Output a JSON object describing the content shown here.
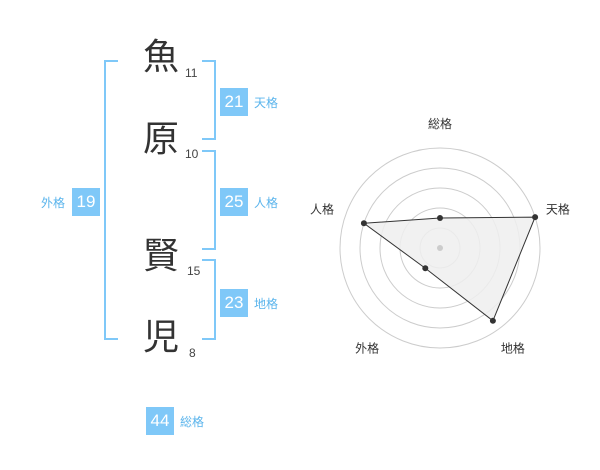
{
  "name": {
    "chars": [
      {
        "char": "魚",
        "strokes": "11"
      },
      {
        "char": "原",
        "strokes": "10"
      },
      {
        "char": "賢",
        "strokes": "15"
      },
      {
        "char": "児",
        "strokes": "8"
      }
    ]
  },
  "scores": {
    "tenkaku": {
      "value": "21",
      "label": "天格"
    },
    "jinkaku": {
      "value": "25",
      "label": "人格"
    },
    "chikaku": {
      "value": "23",
      "label": "地格"
    },
    "gaikaku": {
      "value": "19",
      "label": "外格"
    },
    "soukaku": {
      "value": "44",
      "label": "総格"
    }
  },
  "chart_data": {
    "type": "radar",
    "axes": [
      "総格",
      "天格",
      "地格",
      "外格",
      "人格"
    ],
    "rings": 5,
    "values": [
      0.3,
      1.0,
      0.9,
      0.25,
      0.8
    ],
    "fill_color": "#eeeeee",
    "line_color": "#333333",
    "grid_color": "#cccccc"
  },
  "colors": {
    "accent": "#7fc8f8",
    "label": "#5ab4ec"
  }
}
